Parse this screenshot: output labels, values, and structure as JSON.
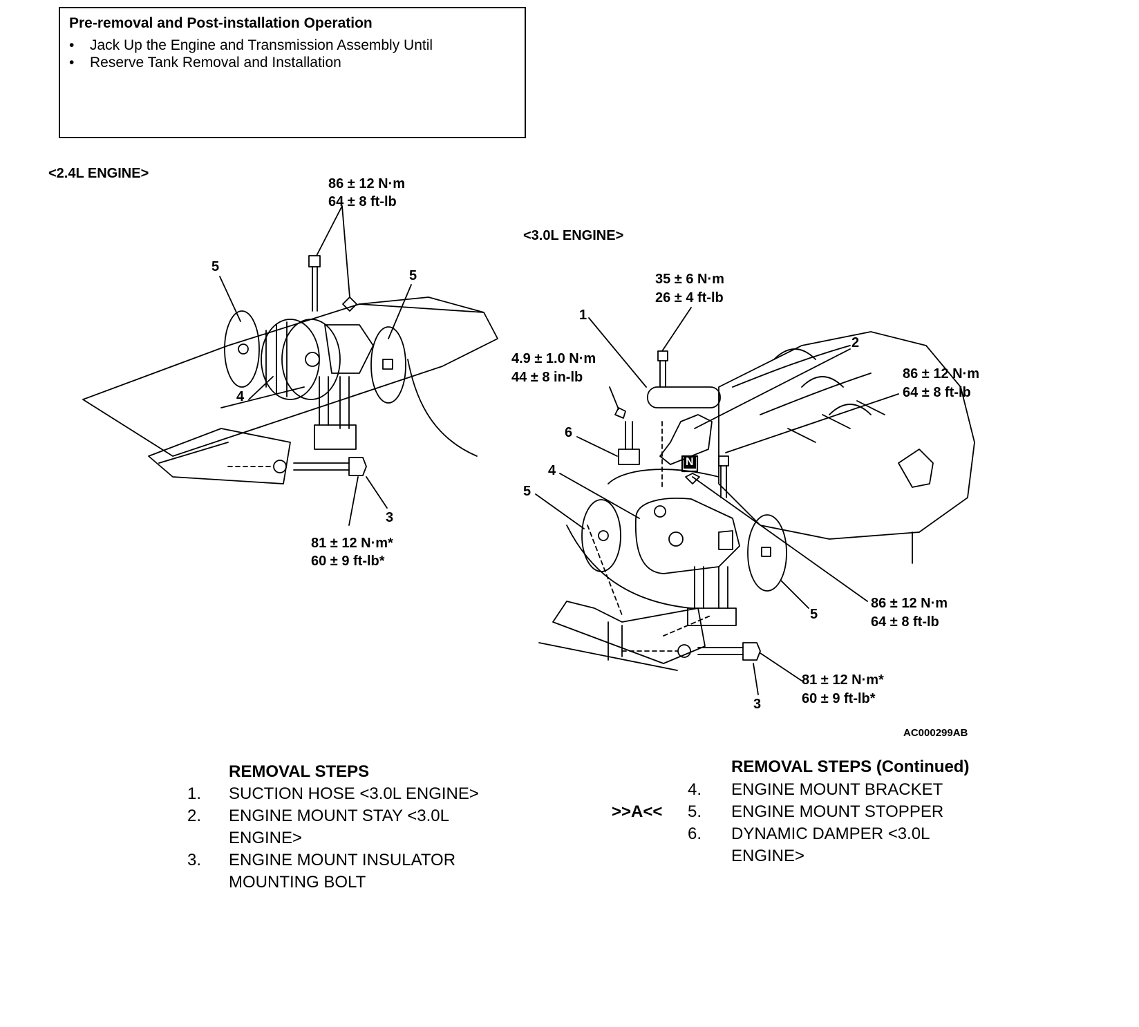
{
  "pre_operation": {
    "title": "Pre-removal and Post-installation Operation",
    "items": [
      "Jack Up the Engine and Transmission Assembly Until",
      "Reserve Tank Removal and Installation"
    ]
  },
  "diagram": {
    "engine_24": {
      "heading": "<2.4L ENGINE>",
      "torque_top": [
        "86 ± 12 N·m",
        "64 ± 8 ft-lb"
      ],
      "torque_bottom": [
        "81 ± 12 N·m*",
        "60 ± 9 ft-lb*"
      ],
      "callouts": [
        "5",
        "5",
        "4",
        "3"
      ]
    },
    "engine_30": {
      "heading": "<3.0L ENGINE>",
      "torque_stay": [
        "35 ± 6 N·m",
        "26 ± 4 ft-lb"
      ],
      "torque_damper": [
        "4.9 ± 1.0 N·m",
        "44 ± 8 in-lb"
      ],
      "torque_upper_right": [
        "86 ± 12 N·m",
        "64 ± 8 ft-lb"
      ],
      "torque_lower_right": [
        "86 ± 12 N·m",
        "64 ± 8 ft-lb"
      ],
      "torque_bottom": [
        "81 ± 12 N·m*",
        "60 ± 9 ft-lb*"
      ],
      "callouts": [
        "1",
        "2",
        "6",
        "4",
        "5",
        "5",
        "3"
      ],
      "nut_marker": "N"
    },
    "figure_code": "AC000299AB"
  },
  "removal_steps": {
    "title": "REMOVAL STEPS",
    "title_continued": "REMOVAL STEPS (Continued)",
    "service_mark": ">>A<<",
    "steps": [
      {
        "num": "1.",
        "lines": [
          "SUCTION HOSE <3.0L ENGINE>"
        ]
      },
      {
        "num": "2.",
        "lines": [
          "ENGINE MOUNT STAY <3.0L",
          "ENGINE>"
        ]
      },
      {
        "num": "3.",
        "lines": [
          "ENGINE MOUNT INSULATOR",
          "MOUNTING BOLT"
        ]
      },
      {
        "num": "4.",
        "lines": [
          "ENGINE MOUNT BRACKET"
        ]
      },
      {
        "num": "5.",
        "lines": [
          "ENGINE MOUNT STOPPER"
        ]
      },
      {
        "num": "6.",
        "lines": [
          "DYNAMIC DAMPER <3.0L",
          "ENGINE>"
        ]
      }
    ]
  }
}
